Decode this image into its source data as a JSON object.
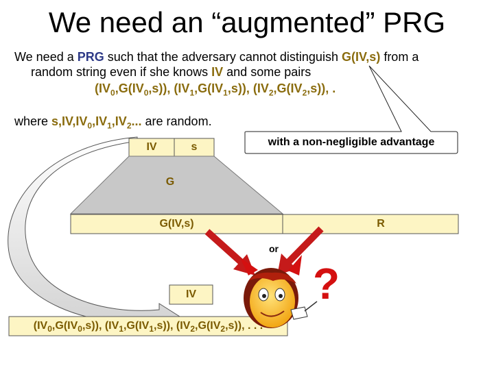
{
  "title": "We need an “augmented” PRG",
  "intro": {
    "prefix": "We need a ",
    "prg": "PRG",
    "mid": " such that the adversary cannot distinguish ",
    "g_ivs": "G(IV,s)",
    "suffix": " from a",
    "line2_prefix": "random string even if she knows ",
    "iv": "IV",
    "line2_suffix": " and some pairs"
  },
  "pairs_line": {
    "p0a": "(IV",
    "s0": "0",
    "p0b": ",G(IV",
    "s0b": "0",
    "p0c": ",s)), ",
    "p1a": "(IV",
    "s1": "1",
    "p1b": ",G(IV",
    "s1b": "1",
    "p1c": ",s)), ",
    "p2a": "(IV",
    "s2": "2",
    "p2b": ",G(IV",
    "s2b": "2",
    "p2c": ",s)), ",
    "dots": "."
  },
  "where_line": {
    "prefix": "where ",
    "vars_a": "s,IV,IV",
    "sub0": "0",
    "vars_b": ",IV",
    "sub1": "1",
    "vars_c": ",IV",
    "sub2": "2",
    "vars_d": "...",
    "suffix": " are random."
  },
  "callout": "with a non-negligible advantage",
  "diagram": {
    "iv_label": "IV",
    "s_label": "s",
    "g_label": "G",
    "output_label": "G(IV,s)",
    "random_label": "R",
    "or_label": "or",
    "iv_bottom": "IV",
    "question": "?"
  },
  "bottom_line": {
    "p0a": "(IV",
    "s0": "0",
    "p0b": ",G(IV",
    "s0b": "0",
    "p0c": ",s)),  ",
    "p1a": "(IV",
    "s1": "1",
    "p1b": ",G(IV",
    "s1b": "1",
    "p1c": ",s)), ",
    "p2a": "(IV",
    "s2": "2",
    "p2b": ",G(IV",
    "s2b": "2",
    "p2c": ",s)),  ",
    "dots": ". . ."
  },
  "colors": {
    "box_fill": "#fdf5c4",
    "trapezoid": "#c8c8c8",
    "arrow": "#c51a1a",
    "prg_blue": "#2e3a87",
    "olive": "#8a6c0e"
  }
}
